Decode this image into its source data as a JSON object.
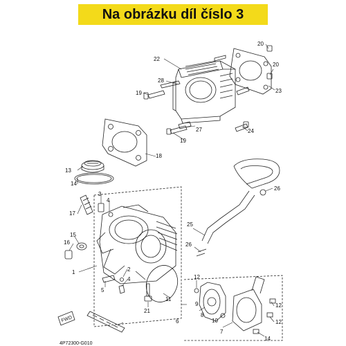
{
  "banner": {
    "text": "Na obrázku díl číslo 3",
    "background": "#f3da1a"
  },
  "callouts": {
    "c1": "1",
    "c2": "2",
    "c3": "3",
    "c4": "4",
    "c4b": "4",
    "c5": "5",
    "c6": "6",
    "c7": "7",
    "c8": "8",
    "c9": "9",
    "c10": "10",
    "c11": "11",
    "c12": "12",
    "c12b": "12",
    "c12c": "12",
    "c13": "13",
    "c14": "14",
    "c14b": "14",
    "c15": "15",
    "c16": "16",
    "c17": "17",
    "c18": "18",
    "c19": "19",
    "c19b": "19",
    "c20": "20",
    "c20b": "20",
    "c21": "21",
    "c22": "22",
    "c23": "23",
    "c24": "24",
    "c25": "25",
    "c26": "26",
    "c26b": "26",
    "c27": "27",
    "c28": "28"
  },
  "arrow_label": "FWD",
  "footer_code": "4P72300-G010"
}
